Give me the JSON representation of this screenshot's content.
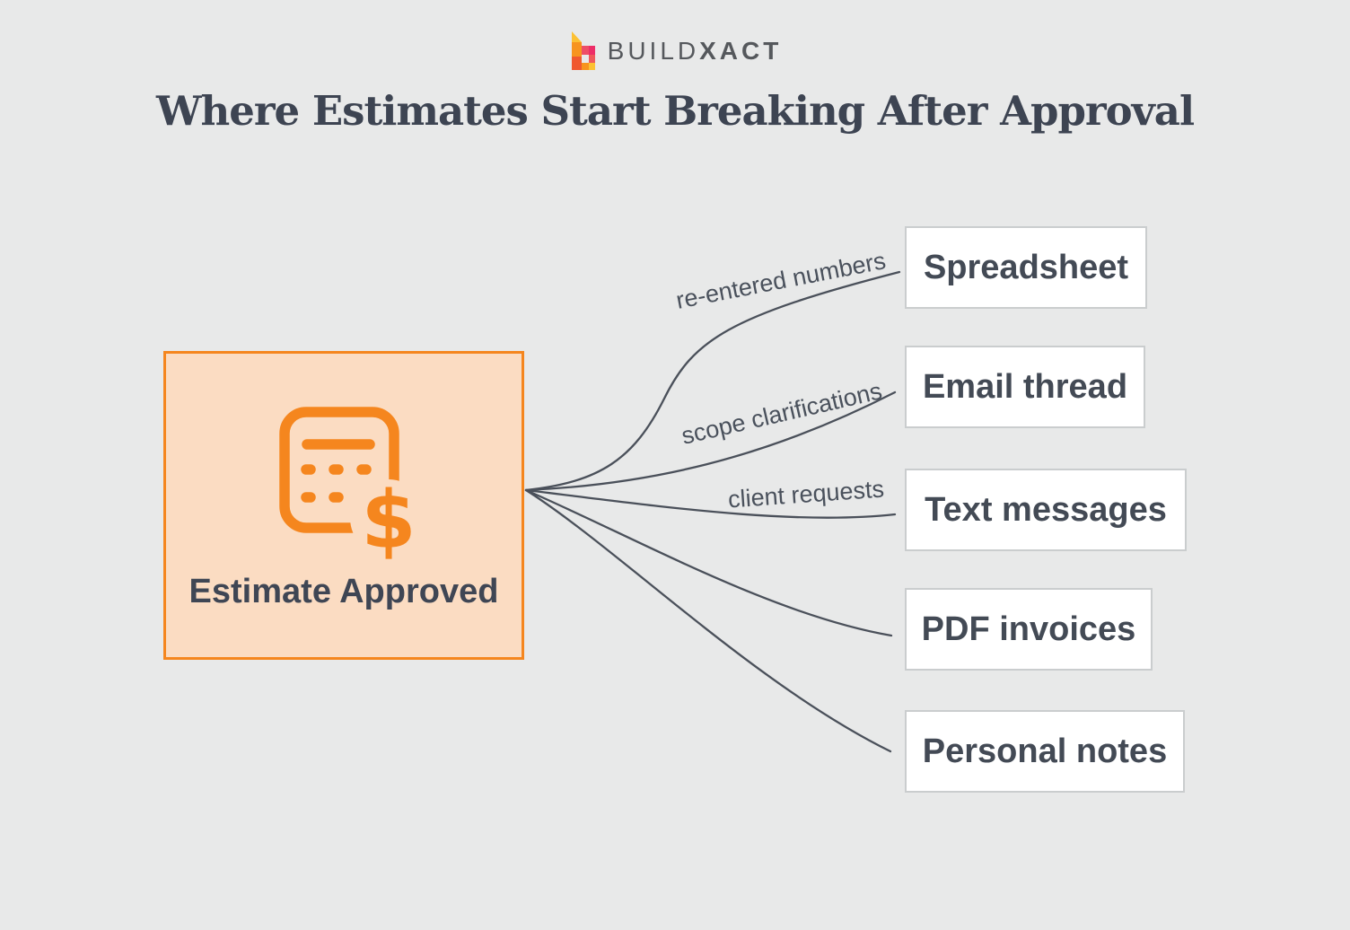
{
  "logo": {
    "mark_icon": "buildxact-b-icon",
    "brand_light": "BUILD",
    "brand_bold": "XACT"
  },
  "title": "Where Estimates Start Breaking After Approval",
  "source": {
    "label": "Estimate Approved",
    "icon": "calculator-dollar-icon"
  },
  "branches": [
    {
      "target": "Spreadsheet",
      "edge_label": "re-entered numbers"
    },
    {
      "target": "Email thread",
      "edge_label": "scope clarifications"
    },
    {
      "target": "Text messages",
      "edge_label": "client requests"
    },
    {
      "target": "PDF invoices"
    },
    {
      "target": "Personal notes"
    }
  ],
  "colors": {
    "background": "#e8e9e9",
    "accent_orange": "#f5861e",
    "source_fill": "#fbdcc2",
    "line_dark": "#4a505a",
    "text_dark": "#3f4654",
    "target_border": "#cacdce",
    "target_fill": "#ffffff",
    "logo_gray": "#55585c",
    "logo_yellow": "#fcc133",
    "logo_orange": "#f7941e",
    "logo_pink": "#ed2e68",
    "logo_red": "#f0582f"
  }
}
